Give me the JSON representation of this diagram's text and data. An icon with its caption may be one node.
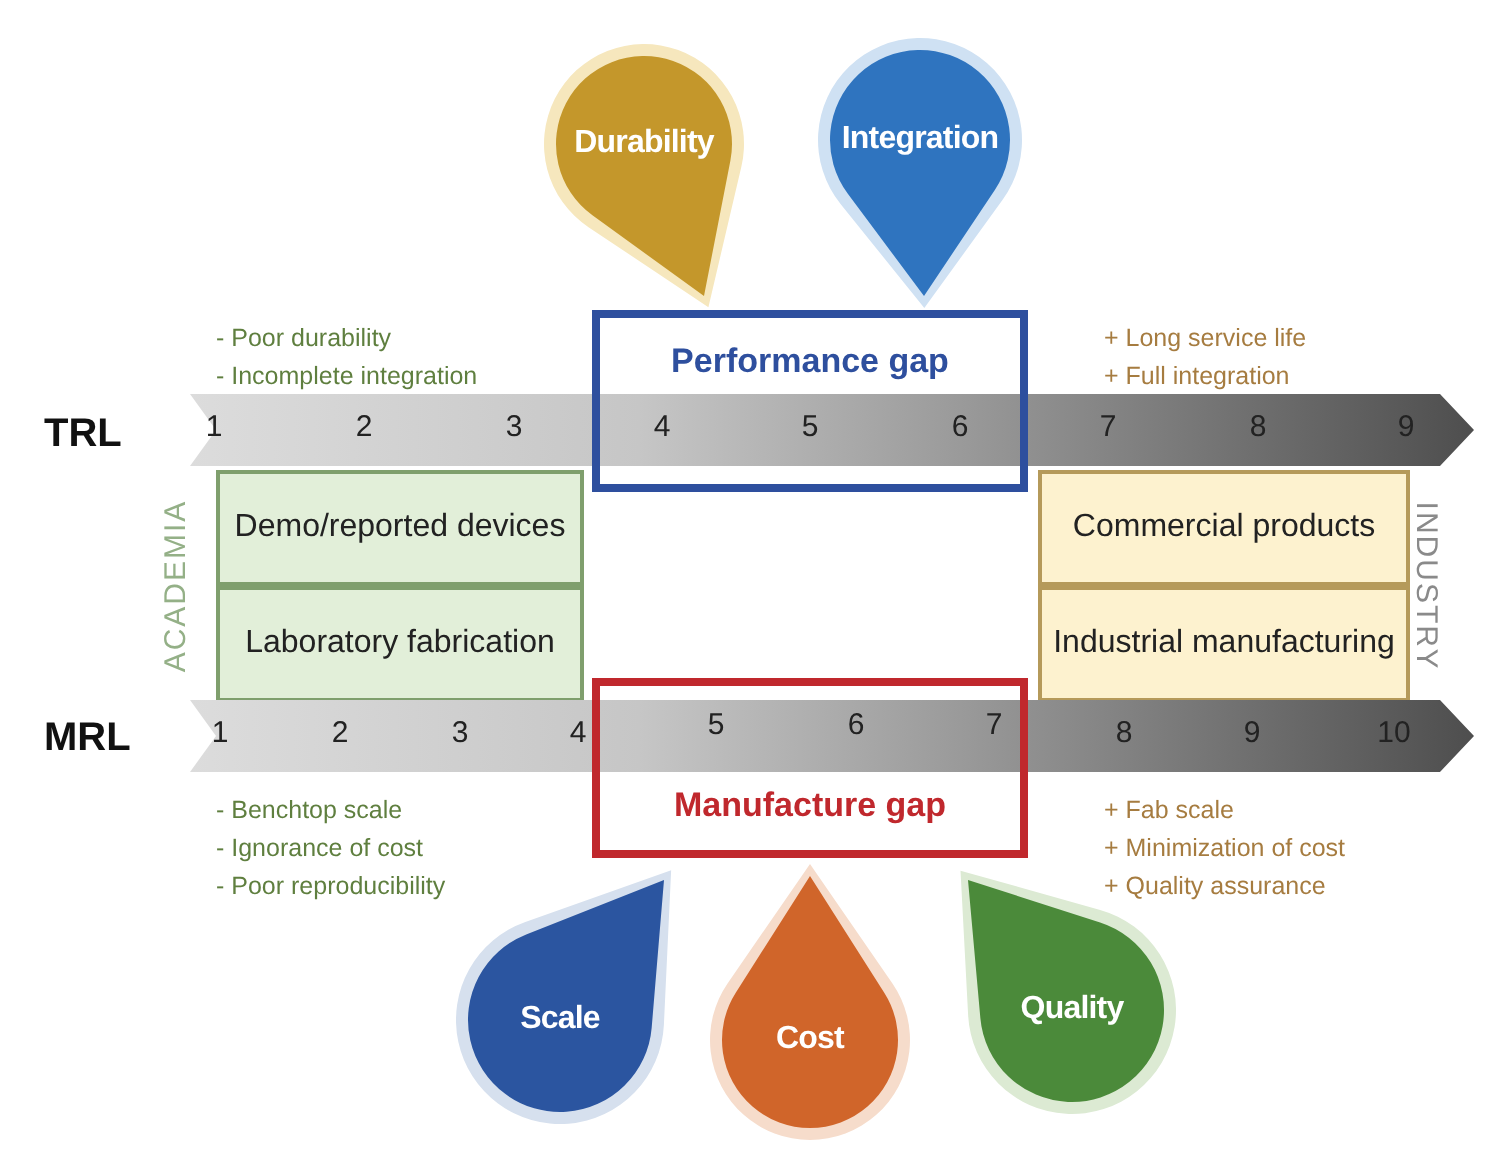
{
  "diagram": {
    "nodes": [
      {
        "text": [
          "Durability"
        ]
      },
      {
        "text": [
          "Integration"
        ]
      },
      {
        "text": [
          "1",
          "2",
          "3",
          "7",
          "8",
          "9"
        ],
        "beside": [
          "TRL"
        ]
      },
      {
        "text": [
          "Performance gap",
          "4",
          "5",
          "6"
        ]
      },
      {
        "text": [
          "Demo/reported devices"
        ]
      },
      {
        "text": [
          "Laboratory fabrication"
        ]
      },
      {
        "text": [
          "Commercial products"
        ]
      },
      {
        "text": [
          "Industrial manufacturing"
        ]
      },
      {
        "text": [
          "1",
          "2",
          "3",
          "4",
          "8",
          "9",
          "10"
        ],
        "beside": [
          "MRL"
        ]
      },
      {
        "text": [
          "5",
          "6",
          "7",
          "Manufacture gap"
        ]
      },
      {
        "text": [
          "Scale"
        ]
      },
      {
        "text": [
          "Cost"
        ]
      },
      {
        "text": [
          "Quality"
        ]
      }
    ],
    "labels": [
      "- Poor durability",
      "- Incomplete integration",
      "+ Long service life",
      "+ Full integration",
      "ACADEMIA",
      "INDUSTRY",
      "- Benchtop scale",
      "- Ignorance of cost",
      "- Poor reproducibility",
      "+ Fab scale",
      "+ Minimization of cost",
      "+ Quality assurance"
    ]
  }
}
